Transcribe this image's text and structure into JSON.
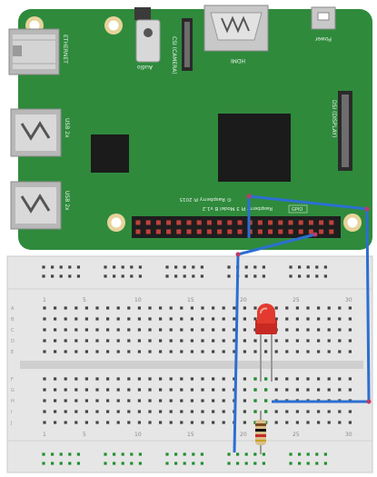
{
  "board": {
    "ethernet_label": "ETHERNET",
    "audio_label": "Audio",
    "camera_label": "CSI (CAMERA)",
    "hdmi_label": "HDMI",
    "power_label": "Power",
    "display_label": "DSI (DISPLAY)",
    "usb_label_upper": "USB 2x",
    "usb_label_lower": "USB 2x",
    "model_label": "Raspberry Pi 3 Model B v1.2",
    "copyright_label": "© Raspberry Pi 2015",
    "gpio_label": "GPIO"
  },
  "breadboard": {
    "column_numbers": [
      "1",
      "5",
      "10",
      "15",
      "20",
      "25",
      "30"
    ],
    "row_letters_top": [
      "A",
      "B",
      "C",
      "D",
      "E"
    ],
    "row_letters_bottom": [
      "F",
      "G",
      "H",
      "I",
      "J"
    ]
  },
  "components": {
    "led": "red-led",
    "resistor": "resistor"
  },
  "colors": {
    "pcb": "#2f8a3c",
    "wire": "#2b6fd1",
    "led": "#e23a2e",
    "breadboard": "#e6e6e6",
    "power_rail_hole": "#1f8f2e"
  }
}
